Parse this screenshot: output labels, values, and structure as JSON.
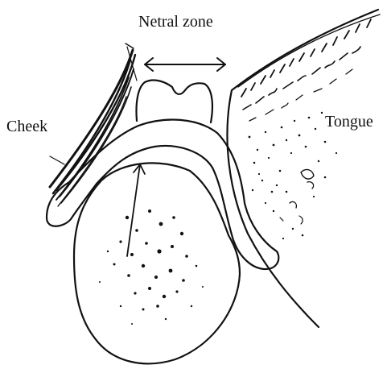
{
  "labels": {
    "neutral_zone": "Netral zone",
    "cheek": "Cheek",
    "tongue": "Tongue"
  },
  "colors": {
    "ink": "#111111",
    "background": "#ffffff"
  }
}
